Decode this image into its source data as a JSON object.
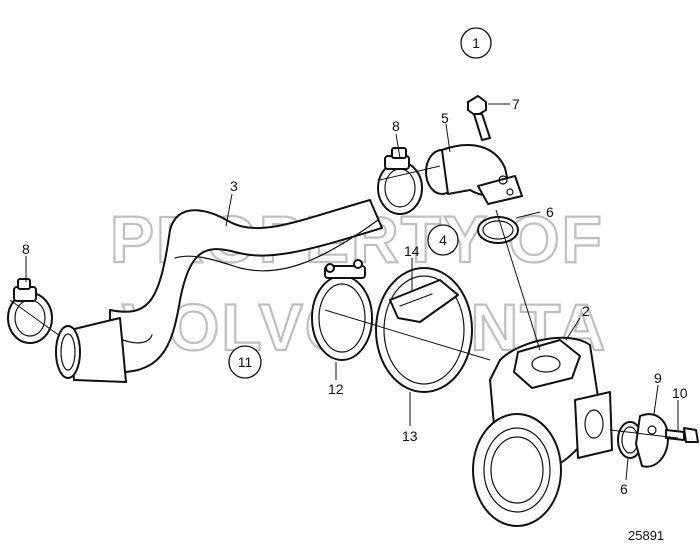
{
  "diagram": {
    "reference_number": "25891",
    "watermark": {
      "line1": "PROPERTY OF",
      "line2": "VOLVO PENTA"
    },
    "group_labels": [
      "1",
      "4",
      "11"
    ],
    "callouts": [
      "2",
      "3",
      "5",
      "6",
      "6",
      "7",
      "8",
      "8",
      "9",
      "10",
      "12",
      "13",
      "14"
    ]
  }
}
